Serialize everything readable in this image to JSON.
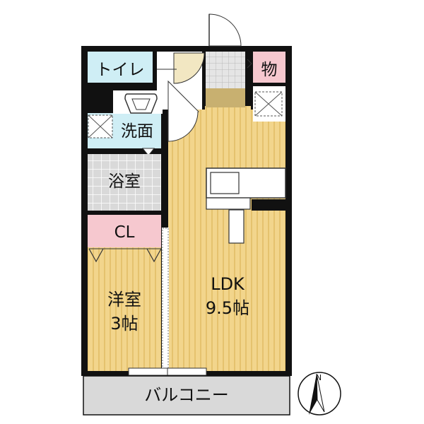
{
  "rooms": {
    "toilet": "トイレ",
    "storage": "物",
    "washroom": "洗面",
    "bathroom": "浴室",
    "closet": "CL",
    "western_room": {
      "name": "洋室",
      "size": "3帖"
    },
    "ldk": {
      "name": "LDK",
      "size": "9.5帖"
    },
    "balcony": "バルコニー"
  },
  "compass": {
    "north": "N"
  },
  "colors": {
    "wall": "#111111",
    "floor_wood": "#f2d58c",
    "floor_stripe": "#e2be6a",
    "wet_area": "#cfeef5",
    "storage_pink": "#f6c8cf",
    "tile_gray": "#d7d7d7",
    "balcony_gray": "#d9d9d9",
    "genkan_olive": "#c8b070"
  }
}
